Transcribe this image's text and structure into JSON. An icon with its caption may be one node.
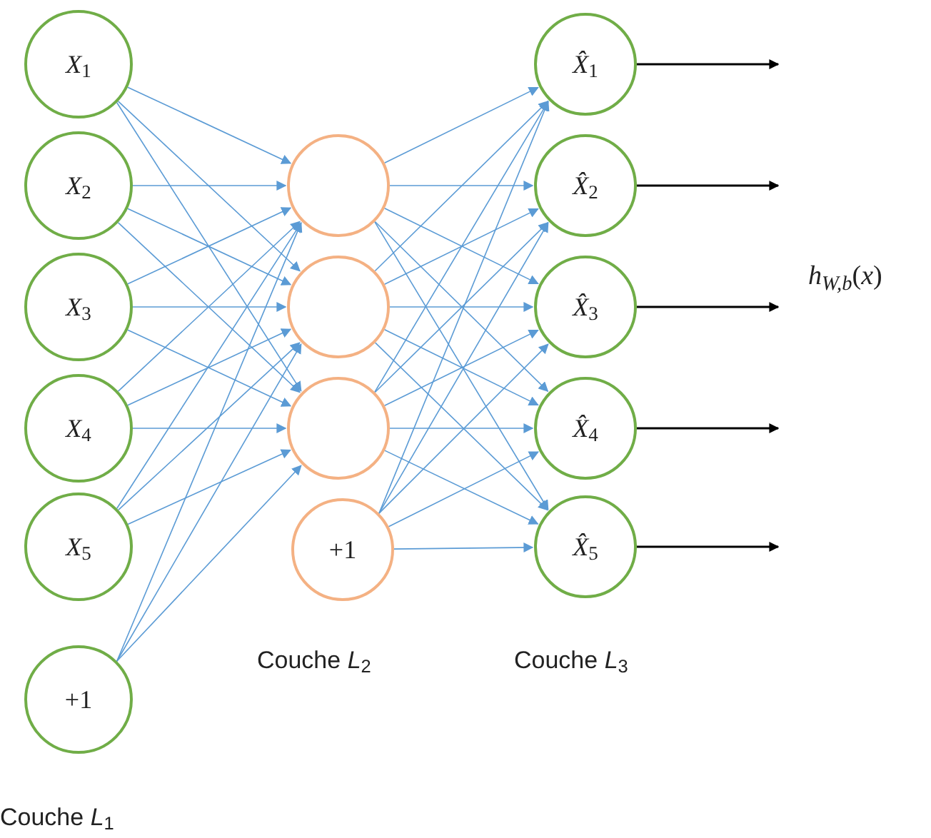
{
  "diagram": {
    "nodes": [
      {
        "text": [
          "*X*$_{1}$"
        ]
      },
      {
        "text": [
          "*X*$_{2}$"
        ]
      },
      {
        "text": [
          "*X*$_{3}$"
        ]
      },
      {
        "text": [
          "*X*$_{4}$"
        ]
      },
      {
        "text": [
          "*X*$_{5}$"
        ]
      },
      {
        "text": [
          "+1"
        ]
      },
      {
        "text": [],
        "shape": "circle"
      },
      {
        "text": [],
        "shape": "circle"
      },
      {
        "text": [],
        "shape": "circle"
      },
      {
        "text": [
          "+1"
        ]
      },
      {
        "text": [
          "*X̂*$_{1}$"
        ]
      },
      {
        "text": [
          "*X̂*$_{2}$"
        ]
      },
      {
        "text": [
          "*X̂*$_{3}$"
        ]
      },
      {
        "text": [
          "*X̂*$_{4}$"
        ]
      },
      {
        "text": [
          "*X̂*$_{5}$"
        ]
      }
    ],
    "edges": [
      {
        "from": 0,
        "to": 6,
        "arrow": "to"
      },
      {
        "from": 0,
        "to": 7,
        "arrow": "to"
      },
      {
        "from": 0,
        "to": 8,
        "arrow": "to"
      },
      {
        "from": 1,
        "to": 6,
        "arrow": "to"
      },
      {
        "from": 1,
        "to": 7,
        "arrow": "to"
      },
      {
        "from": 1,
        "to": 8,
        "arrow": "to"
      },
      {
        "from": 2,
        "to": 6,
        "arrow": "to"
      },
      {
        "from": 2,
        "to": 7,
        "arrow": "to"
      },
      {
        "from": 2,
        "to": 8,
        "arrow": "to"
      },
      {
        "from": 3,
        "to": 6,
        "arrow": "to"
      },
      {
        "from": 3,
        "to": 7,
        "arrow": "to"
      },
      {
        "from": 3,
        "to": 8,
        "arrow": "to"
      },
      {
        "from": 4,
        "to": 6,
        "arrow": "to"
      },
      {
        "from": 4,
        "to": 7,
        "arrow": "to"
      },
      {
        "from": 4,
        "to": 8,
        "arrow": "to"
      },
      {
        "from": 5,
        "to": 6,
        "arrow": "to"
      },
      {
        "from": 5,
        "to": 7,
        "arrow": "to"
      },
      {
        "from": 5,
        "to": 8,
        "arrow": "to"
      },
      {
        "from": 6,
        "to": 10,
        "arrow": "to"
      },
      {
        "from": 6,
        "to": 11,
        "arrow": "to"
      },
      {
        "from": 6,
        "to": 12,
        "arrow": "to"
      },
      {
        "from": 6,
        "to": 13,
        "arrow": "to"
      },
      {
        "from": 6,
        "to": 14,
        "arrow": "to"
      },
      {
        "from": 7,
        "to": 10,
        "arrow": "to"
      },
      {
        "from": 7,
        "to": 11,
        "arrow": "to"
      },
      {
        "from": 7,
        "to": 12,
        "arrow": "to"
      },
      {
        "from": 7,
        "to": 13,
        "arrow": "to"
      },
      {
        "from": 7,
        "to": 14,
        "arrow": "to"
      },
      {
        "from": 8,
        "to": 10,
        "arrow": "to"
      },
      {
        "from": 8,
        "to": 11,
        "arrow": "to"
      },
      {
        "from": 8,
        "to": 12,
        "arrow": "to"
      },
      {
        "from": 8,
        "to": 13,
        "arrow": "to"
      },
      {
        "from": 8,
        "to": 14,
        "arrow": "to"
      },
      {
        "from": 9,
        "to": 10,
        "arrow": "to"
      },
      {
        "from": 9,
        "to": 11,
        "arrow": "to"
      },
      {
        "from": 9,
        "to": 12,
        "arrow": "to"
      },
      {
        "from": 9,
        "to": 13,
        "arrow": "to"
      },
      {
        "from": 9,
        "to": 14,
        "arrow": "to"
      },
      {
        "from": 10,
        "to": null,
        "arrow": "to",
        "color": "#000000"
      },
      {
        "from": 11,
        "to": null,
        "arrow": "to",
        "color": "#000000"
      },
      {
        "from": 12,
        "to": null,
        "arrow": "to",
        "color": "#000000"
      },
      {
        "from": 13,
        "to": null,
        "arrow": "to",
        "color": "#000000"
      },
      {
        "from": 14,
        "to": null,
        "arrow": "to",
        "color": "#000000"
      }
    ],
    "labels": [
      "*h*$_{W,b}$(*x*)",
      "Couche *L*$_{2}$",
      "Couche *L*$_{3}$",
      "Couche *L*$_{1}$"
    ]
  }
}
